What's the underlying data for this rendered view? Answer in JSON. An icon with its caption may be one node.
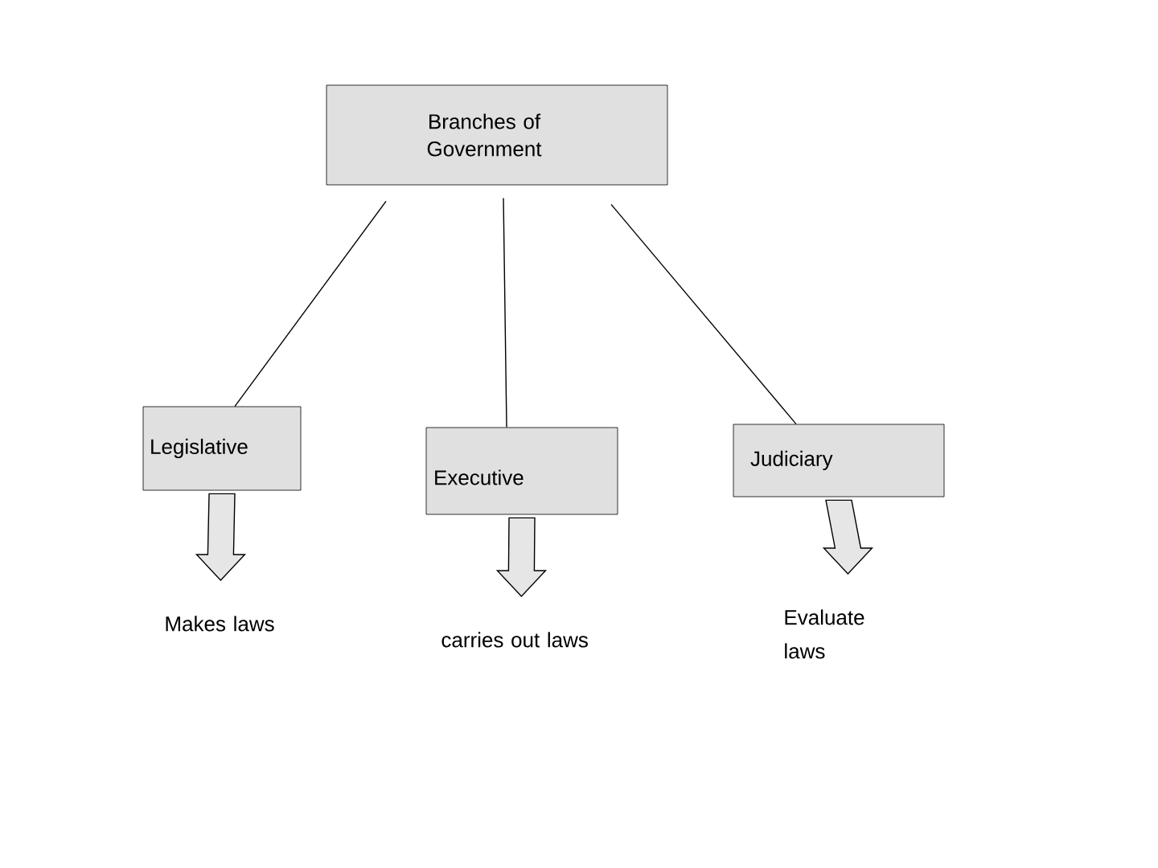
{
  "diagram": {
    "nodes": [
      {
        "text": [
          "Branches of Government"
        ]
      },
      {
        "text": [
          "Legislative"
        ]
      },
      {
        "text": [
          "Executive"
        ]
      },
      {
        "text": [
          "Judiciary"
        ]
      },
      {
        "text": [
          "Makes laws"
        ]
      },
      {
        "text": [
          "carries out laws"
        ]
      },
      {
        "text": [
          "Evaluate laws"
        ]
      }
    ],
    "edges": [
      {
        "from": 0,
        "to": 1,
        "arrow": "none"
      },
      {
        "from": 0,
        "to": 2,
        "arrow": "none"
      },
      {
        "from": 0,
        "to": 3,
        "arrow": "none"
      },
      {
        "from": 1,
        "to": 4,
        "arrow": "to",
        "style": "thick"
      },
      {
        "from": 2,
        "to": 5,
        "arrow": "to",
        "style": "thick"
      },
      {
        "from": 3,
        "to": 6,
        "arrow": "to",
        "style": "thick"
      }
    ]
  }
}
